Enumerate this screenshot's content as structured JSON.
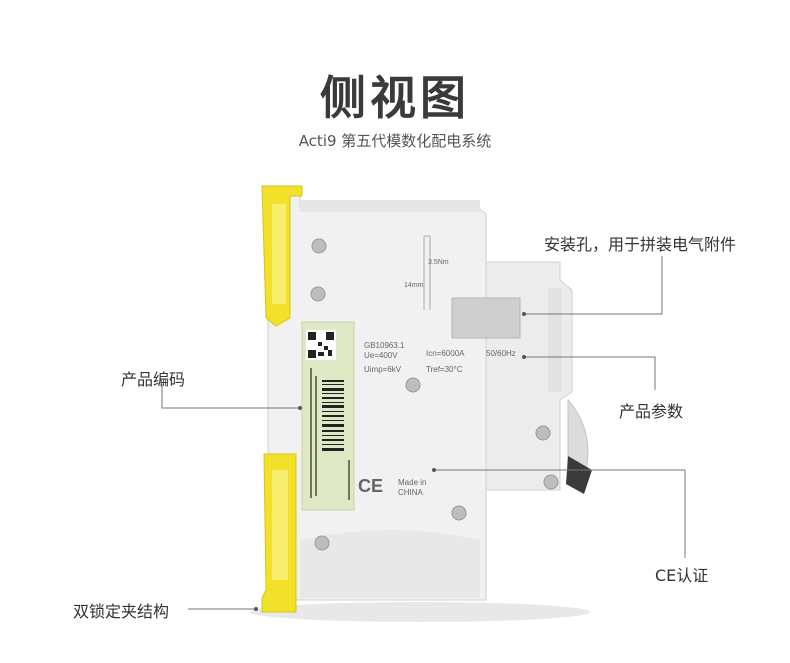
{
  "header": {
    "title": "侧视图",
    "subtitle": "Acti9 第五代模数化配电系统"
  },
  "callouts": {
    "install_hole": "安装孔，用于拼装电气附件",
    "product_code": "产品编码",
    "product_params": "产品参数",
    "ce_cert": "CE认证",
    "double_lock": "双锁定夹结构"
  },
  "device": {
    "standard": "GB10963.1",
    "ue": "Ue=400V",
    "uimp": "Uimp=6kV",
    "icn": "Icn=6000A",
    "tref": "Tref=30°C",
    "freq": "50/60Hz",
    "torque": "3.5Nm",
    "strip_length": "14mm",
    "made_in_1": "Made in",
    "made_in_2": "CHINA",
    "ce_mark": "CE"
  },
  "colors": {
    "clip_yellow": "#f2e12a",
    "label_green": "#dfe8c4",
    "body_white": "#f1f1f1",
    "leader_line": "#777777"
  }
}
